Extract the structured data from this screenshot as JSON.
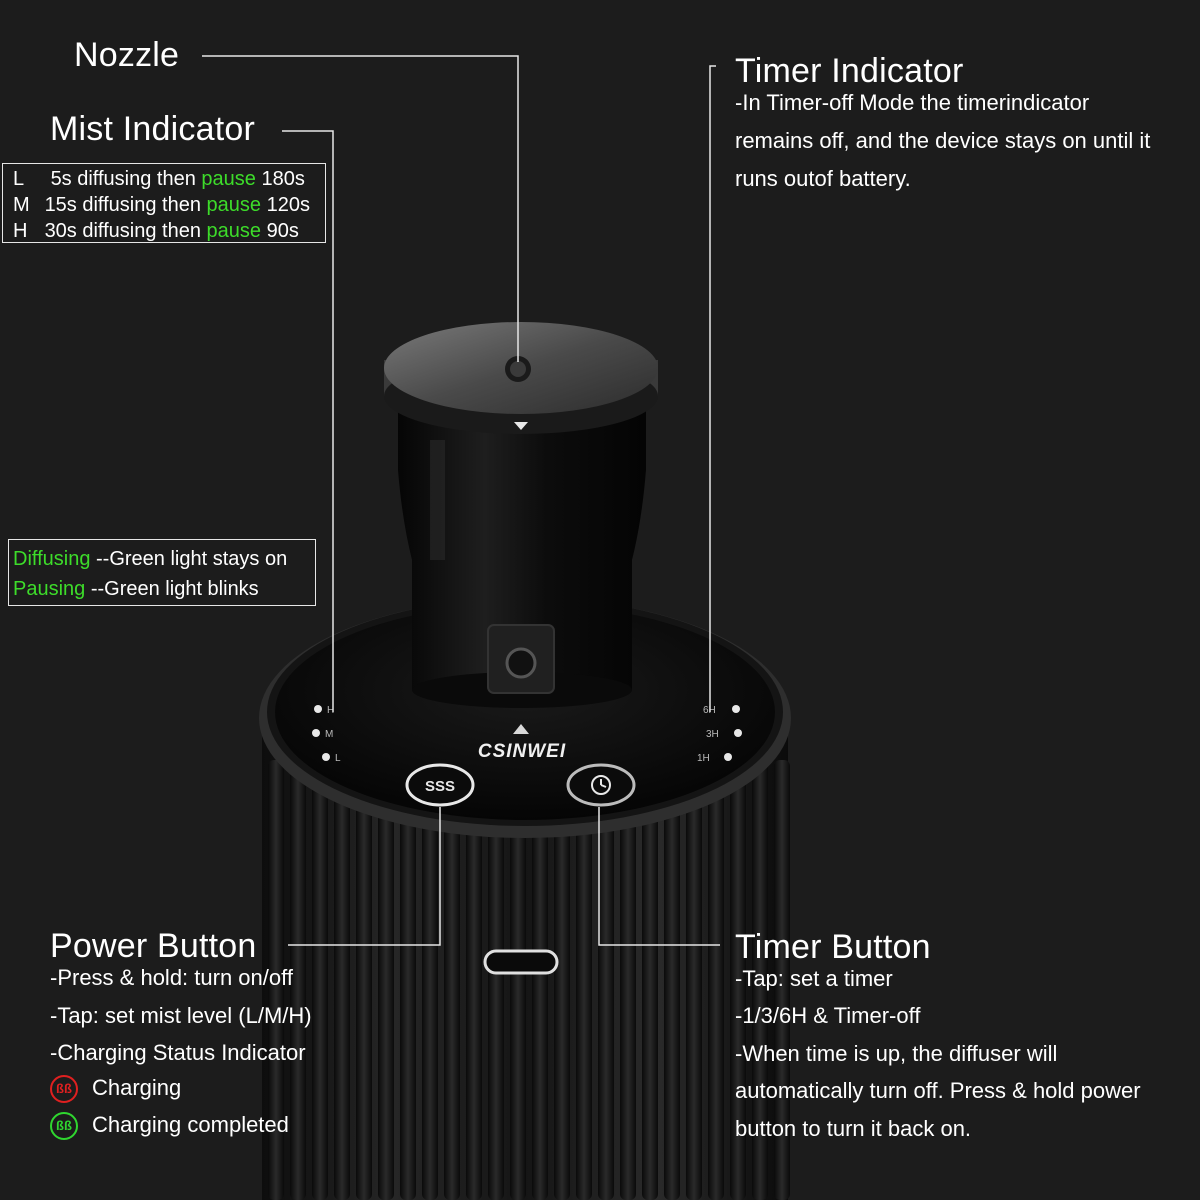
{
  "brand": "CSINWEI",
  "nozzle": {
    "title": "Nozzle"
  },
  "mist_indicator": {
    "title": "Mist Indicator",
    "rows": [
      {
        "level": "L",
        "prefix": "5s diffusing then",
        "pause_word": "pause",
        "suffix": "180s"
      },
      {
        "level": "M",
        "prefix": "15s diffusing then",
        "pause_word": "pause",
        "suffix": "120s"
      },
      {
        "level": "H",
        "prefix": "30s diffusing then",
        "pause_word": "pause",
        "suffix": "90s"
      }
    ],
    "status": [
      {
        "state": "Diffusing",
        "desc": "--Green light stays on"
      },
      {
        "state": "Pausing",
        "desc": "--Green light blinks"
      }
    ]
  },
  "timer_indicator": {
    "title": "Timer Indicator",
    "lines": [
      "-In Timer-off Mode the timerindicator",
      "remains off, and the device stays on until it",
      "runs outof battery."
    ]
  },
  "power_button": {
    "title": "Power Button",
    "lines": [
      "-Press & hold: turn on/off",
      "-Tap: set mist level (L/M/H)",
      "-Charging Status Indicator"
    ],
    "legend": [
      {
        "label": "Charging",
        "color": "#e02020"
      },
      {
        "label": "Charging completed",
        "color": "#2fd62f"
      }
    ]
  },
  "timer_button": {
    "title": "Timer Button",
    "lines": [
      "-Tap: set a timer",
      "-1/3/6H & Timer-off",
      "-When time is up, the diffuser will",
      "automatically turn off. Press & hold power",
      "button to turn it back on."
    ]
  },
  "device": {
    "mist_levels": [
      "H",
      "M",
      "L"
    ],
    "timer_levels": [
      "6H",
      "3H",
      "1H"
    ],
    "power_icon_glyph": "SSS"
  }
}
